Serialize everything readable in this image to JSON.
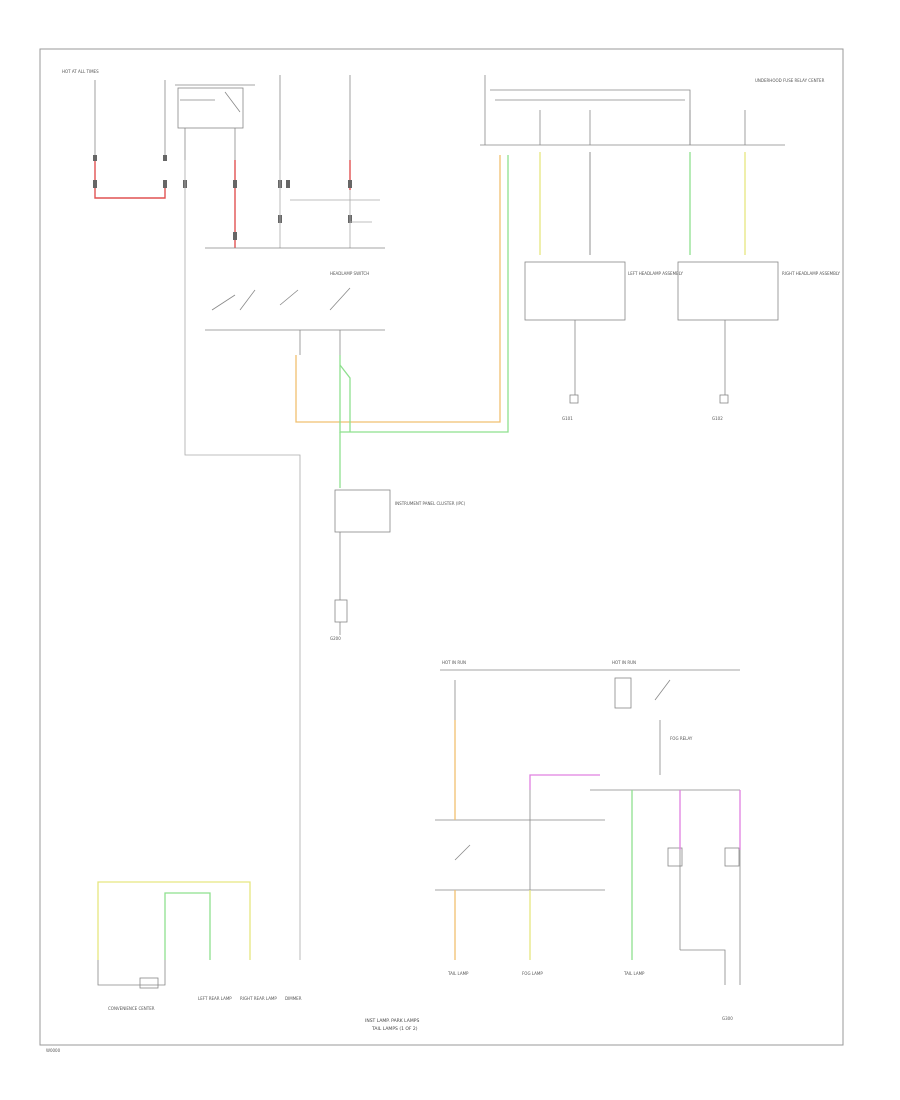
{
  "diagram": {
    "title_line1": "INST LAMP. PARK LAMPS",
    "title_line2": "TAIL LAMPS (1 OF 2)",
    "corner_code": "W0000",
    "fuse_label": "HOT AT ALL TIMES",
    "hot_run_left": "HOT IN RUN",
    "hot_run_right": "HOT IN RUN",
    "headlamp_switch": "HEADLAMP SWITCH",
    "underhood_fuse": "UNDERHOOD FUSE RELAY CENTER",
    "left_headlamp": "LEFT HEADLAMP ASSEMBLY",
    "right_headlamp": "RIGHT HEADLAMP ASSEMBLY",
    "instrument_cluster": "INSTRUMENT PANEL CLUSTER (IPC)",
    "fog_relay": "FOG RELAY",
    "g_left": "G101",
    "g_right": "G102",
    "g_cluster": "G200",
    "g_bottom": "G300",
    "bottom_connectors": [
      "CONVENIENCE CENTER",
      "LEFT REAR LAMP",
      "RIGHT REAR LAMP",
      "DIMMER"
    ],
    "tail_connectors": [
      "TAIL LAMP",
      "FOG LAMP",
      "TAIL LAMP"
    ]
  }
}
